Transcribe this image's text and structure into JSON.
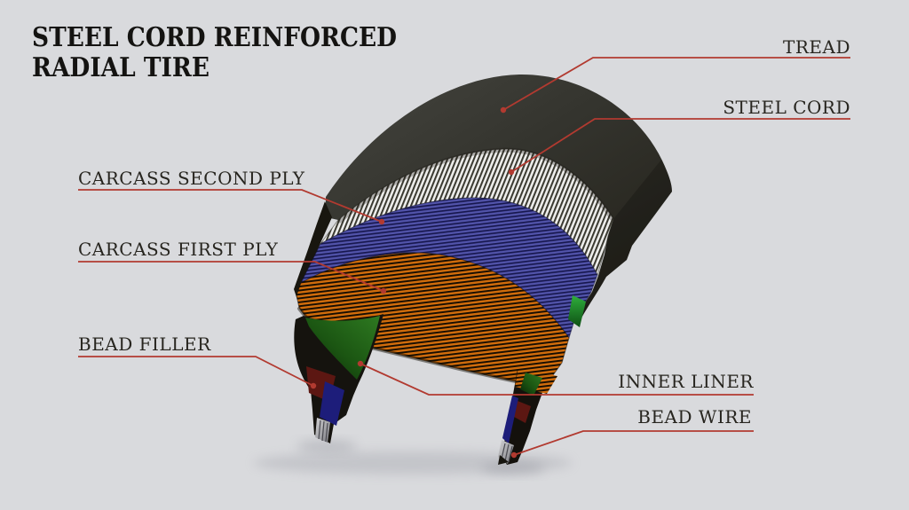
{
  "title": {
    "line1": "STEEL CORD REINFORCED",
    "line2": "RADIAL TIRE"
  },
  "callouts": {
    "tread": "TREAD",
    "steel_cord": "STEEL CORD",
    "carcass_second_ply": "CARCASS SECOND PLY",
    "carcass_first_ply": "CARCASS FIRST PLY",
    "bead_filler": "BEAD FILLER",
    "inner_liner": "INNER LINER",
    "bead_wire": "BEAD WIRE"
  },
  "colors": {
    "background_top": "#d6d7da",
    "background_bottom": "#c9cbd0",
    "leader_line_red": "#b23a30",
    "title_text": "#141311",
    "label_text": "#27251f",
    "tread_rubber": "#33332d",
    "steel_cord_silver": "#efefed",
    "carcass_second_ply_blue": "#4c4ca4",
    "carcass_first_ply_orange": "#c8660c",
    "inner_liner_green": "#1e5a14",
    "bead_filler_maroon": "#5c1712",
    "bead_blue": "#1d1d7a",
    "bead_wire_steel": "#aaaaac"
  }
}
